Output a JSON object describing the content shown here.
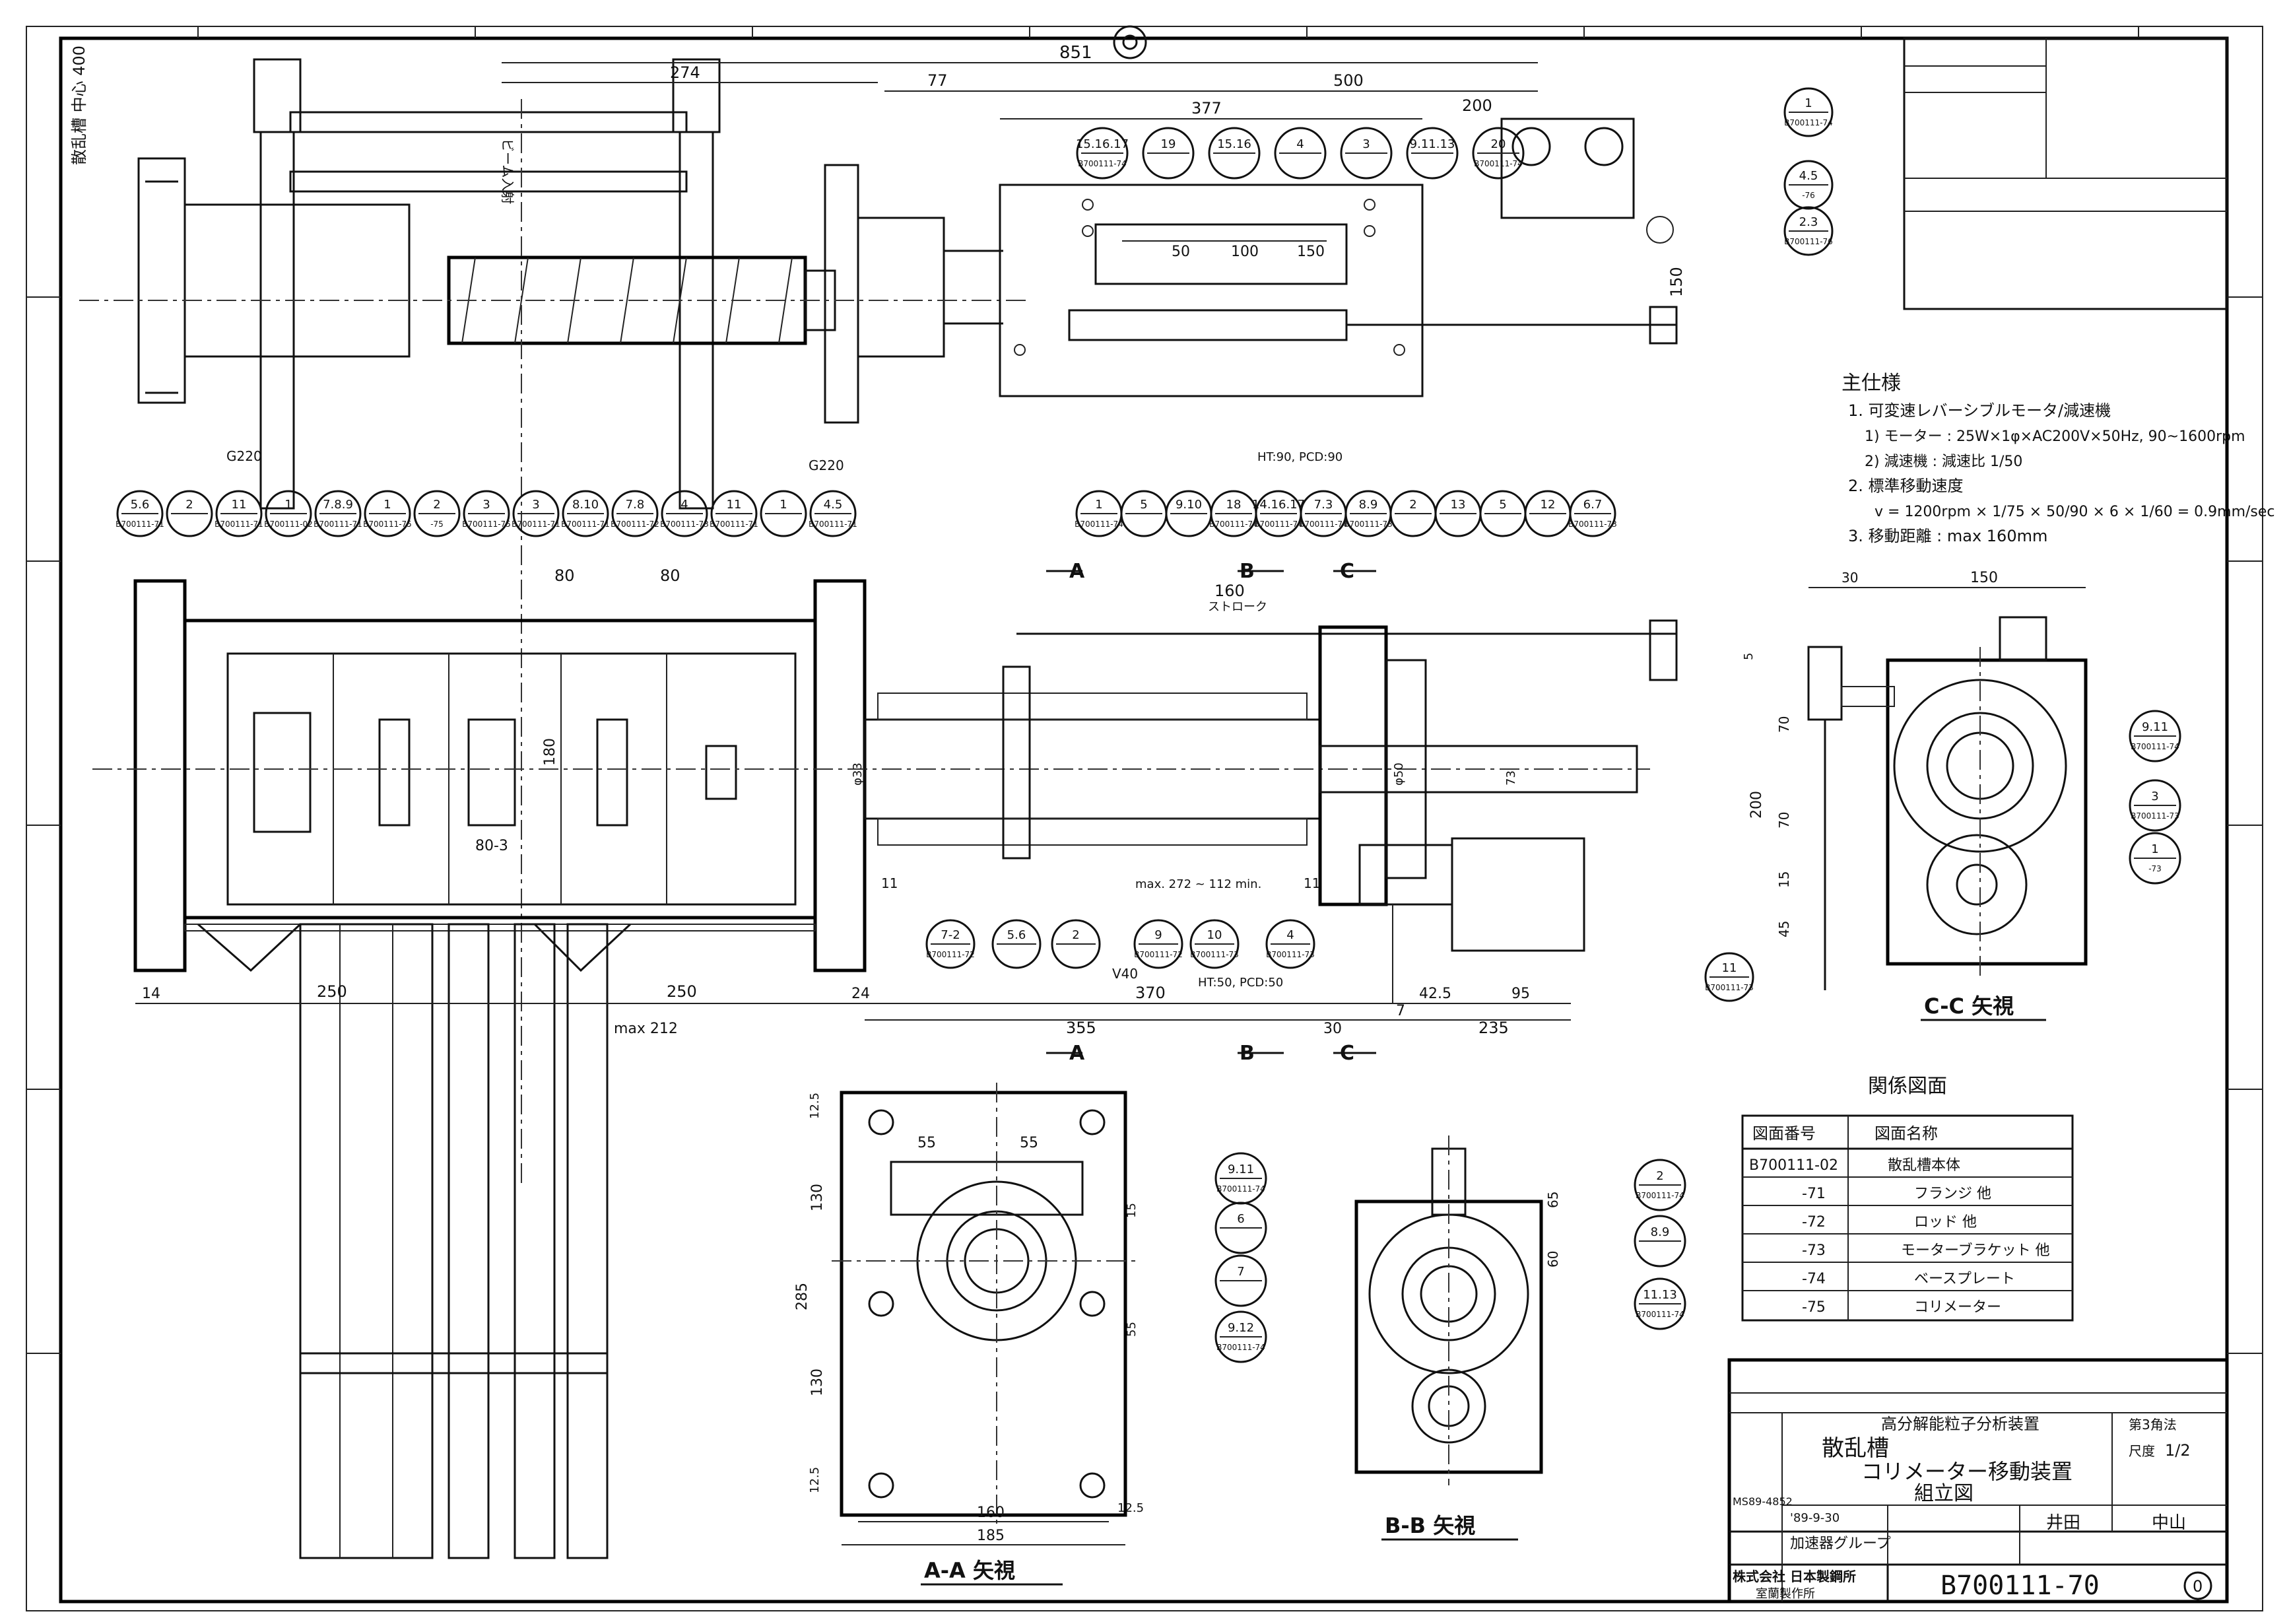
{
  "drawing_number": "B700111-70",
  "revision": "0",
  "title_block": {
    "project": "高分解能粒子分析装置",
    "subtitle": "散乱槽",
    "name": "コリメーター移動装置",
    "kind": "組立図",
    "scale_label": "尺度",
    "scale": "1/2",
    "angle_label": "第3角法",
    "date": "'89-9-30",
    "group": "加速器グループ",
    "person_design": "井田",
    "person_check": "中山",
    "company_line1": "株式会社 日本製鋼所",
    "company_line2": "室蘭製作所",
    "order_no": "MS89-4852"
  },
  "views": {
    "aa": "A-A 矢視",
    "bb": "B-B 矢視",
    "cc": "C-C 矢視"
  },
  "section_marks": [
    "A",
    "B",
    "C"
  ],
  "spec": {
    "heading": "主仕様",
    "lines": [
      "1. 可変速レバーシブルモータ/減速機",
      "1) モーター : 25W×1φ×AC200V×50Hz, 90~1600rpm",
      "2) 減速機 : 減速比 1/50",
      "2. 標準移動速度",
      "v = 1200rpm × 1/75 × 50/90 × 6 × 1/60 = 0.9mm/sec",
      "3. 移動距離 : max 160mm"
    ]
  },
  "related_drawings": {
    "heading": "関係図面",
    "col_number": "図面番号",
    "col_name": "図面名称",
    "rows": [
      {
        "number": "B700111-02",
        "name": "散乱槽本体"
      },
      {
        "number": "-71",
        "name": "フランジ 他"
      },
      {
        "number": "-72",
        "name": "ロッド 他"
      },
      {
        "number": "-73",
        "name": "モーターブラケット 他"
      },
      {
        "number": "-74",
        "name": "ベースプレート"
      },
      {
        "number": "-75",
        "name": "コリメーター"
      }
    ]
  },
  "dims": {
    "d851": "851",
    "d274": "274",
    "d77": "77",
    "d500": "500",
    "d377": "377",
    "d200": "200",
    "d150": "150",
    "d400": "散乱槽 中心 400",
    "d160": "160",
    "stroke": "ストローク",
    "d80a": "80",
    "d80b": "80",
    "d180": "180",
    "d80_3": "80-3",
    "d250a": "250",
    "d250b": "250",
    "d14": "14",
    "d24": "24",
    "d355": "355",
    "d370": "370",
    "d30": "30",
    "d7": "7",
    "d42_5": "42.5",
    "d95": "95",
    "d235": "235",
    "dmax212": "max 212",
    "dmax272": "max. 272 ~ 112 min.",
    "d11a": "11",
    "d11b": "11",
    "v40": "V40",
    "ht50": "HT:50, PCD:50",
    "ht90": "HT:90, PCD:90",
    "g220a": "G220",
    "g220b": "G220",
    "d33": "φ33",
    "d50": "φ50",
    "d73": "73",
    "beam": "ビーム入射",
    "aa55a": "55",
    "aa55b": "55",
    "aa130a": "130",
    "aa130b": "130",
    "aa285": "285",
    "aa12_5a": "12.5",
    "aa12_5b": "12.5",
    "aa12_5c": "12.5",
    "aa160": "160",
    "aa185": "185",
    "aa15": "15",
    "aa55c": "55",
    "bb65": "65",
    "bb60": "60",
    "cc30": "30",
    "cc150": "150",
    "cc5": "5",
    "cc70a": "70",
    "cc70b": "70",
    "cc15": "15",
    "cc45": "45",
    "cc200": "200"
  },
  "scale_ticks": [
    "50",
    "100",
    "150"
  ],
  "balloons": {
    "top": [
      "15.16.17/B700111-74",
      "19",
      "15.16",
      "4",
      "3",
      "9.11.13",
      "20/B700111-74"
    ],
    "topr": [
      "1/B700111-74",
      "4.5/-76",
      "2.3/B700111-76"
    ],
    "mid_left": [
      "5.6/B700111-71",
      "2",
      "11/B700111-71",
      "1/B700111-02",
      "7.8.9/B700111-71",
      "1/B700111-75",
      "2/-75",
      "3/B700111-75",
      "3/B700111-71",
      "8.10/B700111-71",
      "7.8/B700111-72",
      "4/B700111-73",
      "11/B700111-71",
      "1",
      "4.5/B700111-71"
    ],
    "mid_right": [
      "1/B700111-74",
      "5",
      "9.10",
      "18/B700111-74",
      "14.16.17/B700111-74",
      "7.3/B700111-74",
      "8.9/B700111-73",
      "2",
      "13",
      "5",
      "12",
      "6.7/B700111-73"
    ],
    "lower": [
      "7-2/B700111-72",
      "5.6",
      "2",
      "9/B700111-72",
      "10/B700111-73",
      "4/B700111-73",
      "11/B700111-73"
    ],
    "aa": [
      "9.11/B700111-74",
      "6",
      "7",
      "9.12/B700111-74"
    ],
    "bb": [
      "2/B700111-74",
      "8.9",
      "11.13/B700111-74"
    ],
    "cc": [
      "9.11/B700111-74",
      "3/B700111-73",
      "1/-73"
    ]
  }
}
